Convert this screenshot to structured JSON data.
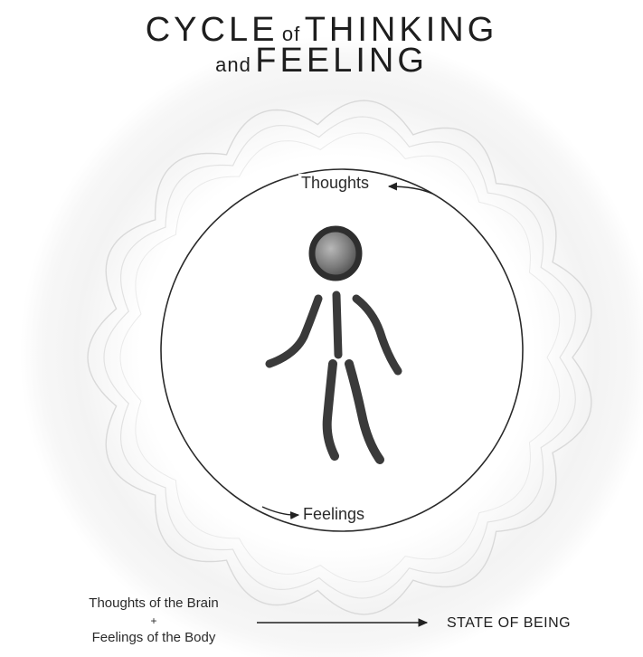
{
  "title": {
    "word1": "CYCLE",
    "connector1": "of",
    "word2": "THINKING",
    "connector2": "and",
    "word3": "FEELING"
  },
  "cycle": {
    "top_label": "Thoughts",
    "bottom_label": "Feelings"
  },
  "formula": {
    "line1": "Thoughts of the Brain",
    "plus": "+",
    "line2": "Feelings of the Body",
    "result": "STATE OF BEING"
  },
  "colors": {
    "ink": "#222222",
    "figure": "#3a3a3a",
    "head_fill": "#8a8a8a",
    "cloud_outline": "#d8d8d8",
    "glow": "#ececec"
  },
  "icons": {
    "figure": "stick-figure-person"
  }
}
